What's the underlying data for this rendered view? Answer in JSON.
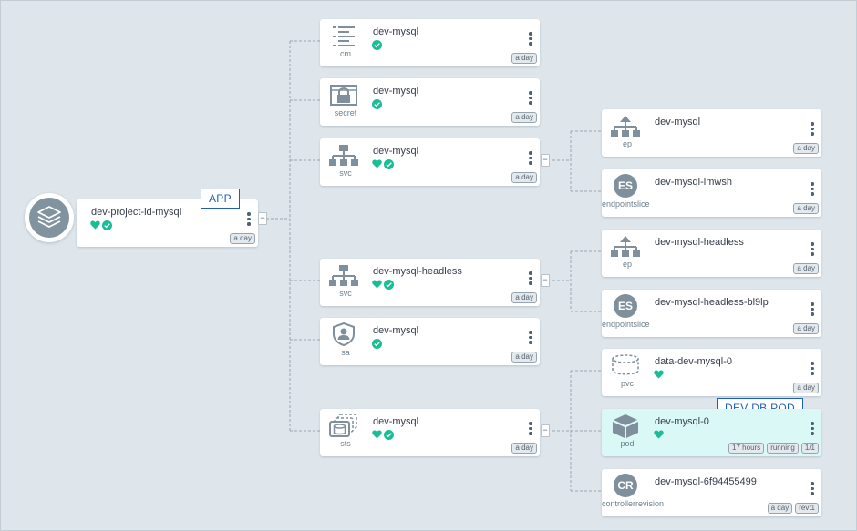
{
  "app": {
    "name": "dev-project-id-mysql",
    "status": [
      "healthy",
      "synced"
    ],
    "tags": [
      "a day"
    ],
    "icon": "layers-icon"
  },
  "callouts": {
    "app": "APP",
    "pod": "DEV DB POD"
  },
  "resources": [
    {
      "kind": "cm",
      "name": "dev-mysql",
      "status": [
        "synced"
      ],
      "tags": [
        "a day"
      ],
      "icon": "configmap-icon"
    },
    {
      "kind": "secret",
      "name": "dev-mysql",
      "status": [
        "synced"
      ],
      "tags": [
        "a day"
      ],
      "icon": "secret-icon"
    },
    {
      "kind": "svc",
      "name": "dev-mysql",
      "status": [
        "healthy",
        "synced"
      ],
      "tags": [
        "a day"
      ],
      "icon": "service-icon"
    },
    {
      "kind": "svc",
      "name": "dev-mysql-headless",
      "status": [
        "healthy",
        "synced"
      ],
      "tags": [
        "a day"
      ],
      "icon": "service-icon"
    },
    {
      "kind": "sa",
      "name": "dev-mysql",
      "status": [
        "synced"
      ],
      "tags": [
        "a day"
      ],
      "icon": "serviceaccount-icon"
    },
    {
      "kind": "sts",
      "name": "dev-mysql",
      "status": [
        "healthy",
        "synced"
      ],
      "tags": [
        "a day"
      ],
      "icon": "statefulset-icon"
    }
  ],
  "children": [
    {
      "kind": "ep",
      "name": "dev-mysql",
      "status": [],
      "tags": [
        "a day"
      ],
      "icon": "endpoints-icon"
    },
    {
      "kind": "endpointslice",
      "name": "dev-mysql-lmwsh",
      "status": [],
      "tags": [
        "a day"
      ],
      "icon": "es-icon",
      "badge": "ES"
    },
    {
      "kind": "ep",
      "name": "dev-mysql-headless",
      "status": [],
      "tags": [
        "a day"
      ],
      "icon": "endpoints-icon"
    },
    {
      "kind": "endpointslice",
      "name": "dev-mysql-headless-bl9lp",
      "status": [],
      "tags": [
        "a day"
      ],
      "icon": "es-icon",
      "badge": "ES"
    },
    {
      "kind": "pvc",
      "name": "data-dev-mysql-0",
      "status": [
        "healthy"
      ],
      "tags": [
        "a day"
      ],
      "icon": "pvc-icon"
    },
    {
      "kind": "pod",
      "name": "dev-mysql-0",
      "status": [
        "healthy"
      ],
      "tags": [
        "17 hours",
        "running",
        "1/1"
      ],
      "icon": "pod-cube-icon",
      "highlight": true
    },
    {
      "kind": "controllerrevision",
      "name": "dev-mysql-6f94455499",
      "status": [],
      "tags": [
        "a day",
        "rev:1"
      ],
      "icon": "cr-icon",
      "badge": "CR"
    }
  ],
  "colors": {
    "background": "#dee6ec",
    "healthy": "#18be94",
    "icon": "#7f909c",
    "highlight": "#d9f8f6",
    "callout": "#1f5fb8"
  },
  "collapse_glyph": "−"
}
